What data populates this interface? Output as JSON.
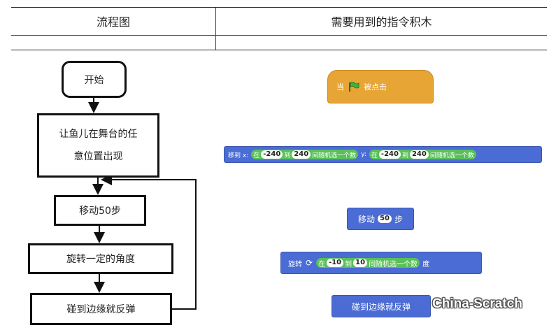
{
  "table": {
    "col1_header": "流程图",
    "col2_header": "需要用到的指令积木"
  },
  "flowchart": {
    "start": "开始",
    "appear_line1": "让鱼儿在舞台的任",
    "appear_line2": "意位置出现",
    "move": "移动50步",
    "turn": "旋转一定的角度",
    "bounce": "碰到边缘就反弹"
  },
  "blocks": {
    "hat": {
      "when": "当",
      "clicked": "被点击",
      "flag_icon": "green-flag-icon"
    },
    "goto": {
      "label": "移到 x:",
      "y_label": "y:",
      "pick_in": "在",
      "to": "到",
      "pick_tail": "间随机选一个数",
      "x_from": "-240",
      "x_to": "240",
      "y_from": "-240",
      "y_to": "240"
    },
    "move": {
      "label": "移动",
      "value": "50",
      "unit": "步"
    },
    "turn": {
      "label": "旋转",
      "icon": "rotate-clockwise-icon",
      "pick_in": "在",
      "from": "-10",
      "to_word": "到",
      "to": "10",
      "pick_tail": "间随机选一个数",
      "unit": "度"
    },
    "bounce": {
      "label": "碰到边缘就反弹"
    }
  },
  "watermark": "China-Scratch",
  "colors": {
    "motion": "#4a6cd4",
    "event": "#e6a534",
    "operator": "#59c059"
  }
}
